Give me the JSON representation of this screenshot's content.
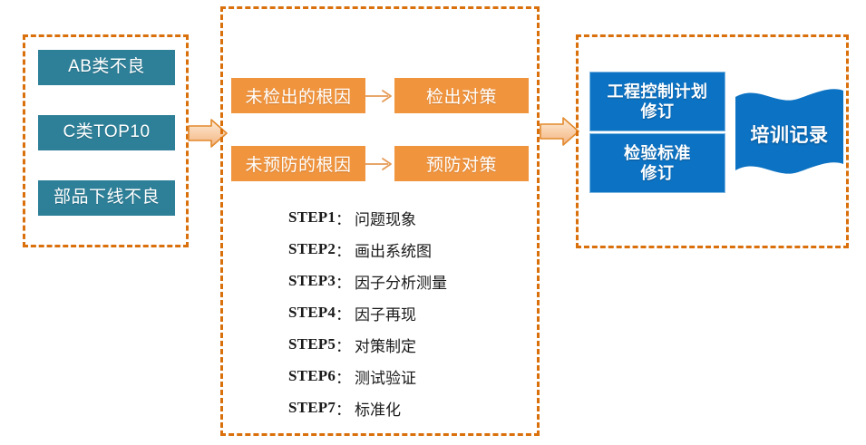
{
  "colors": {
    "teal": "#2E8099",
    "orange": "#F0943E",
    "blue": "#0C72C3",
    "dashed_border": "#D9700C",
    "arrow_outline": "#E2892C",
    "arrow_fill_light": "#FCE3CA",
    "arrow_fill_dark": "#F6BE8C",
    "text_white": "#FFFFFF",
    "text_dark": "#1A1A1A"
  },
  "input_group": {
    "items": [
      {
        "label": "AB类不良"
      },
      {
        "label": "C类TOP10"
      },
      {
        "label": "部品下线不良"
      }
    ]
  },
  "process_group": {
    "rows": [
      {
        "cause": "未检出的根因",
        "action": "检出对策"
      },
      {
        "cause": "未预防的根因",
        "action": "预防对策"
      }
    ],
    "steps": [
      {
        "key": "STEP1",
        "sep": "：",
        "value": "问题现象"
      },
      {
        "key": "STEP2",
        "sep": "：",
        "value": "画出系统图"
      },
      {
        "key": "STEP3",
        "sep": "：",
        "value": "因子分析测量"
      },
      {
        "key": "STEP4",
        "sep": "：",
        "value": "因子再现"
      },
      {
        "key": "STEP5",
        "sep": "：",
        "value": "对策制定"
      },
      {
        "key": "STEP6",
        "sep": "：",
        "value": "测试验证"
      },
      {
        "key": "STEP7",
        "sep": "：",
        "value": "标准化"
      }
    ]
  },
  "output_group": {
    "items": [
      {
        "label": "工程控制计划\n修订"
      },
      {
        "label": "检验标准\n修订"
      }
    ],
    "banner": {
      "label": "培训记录"
    }
  }
}
